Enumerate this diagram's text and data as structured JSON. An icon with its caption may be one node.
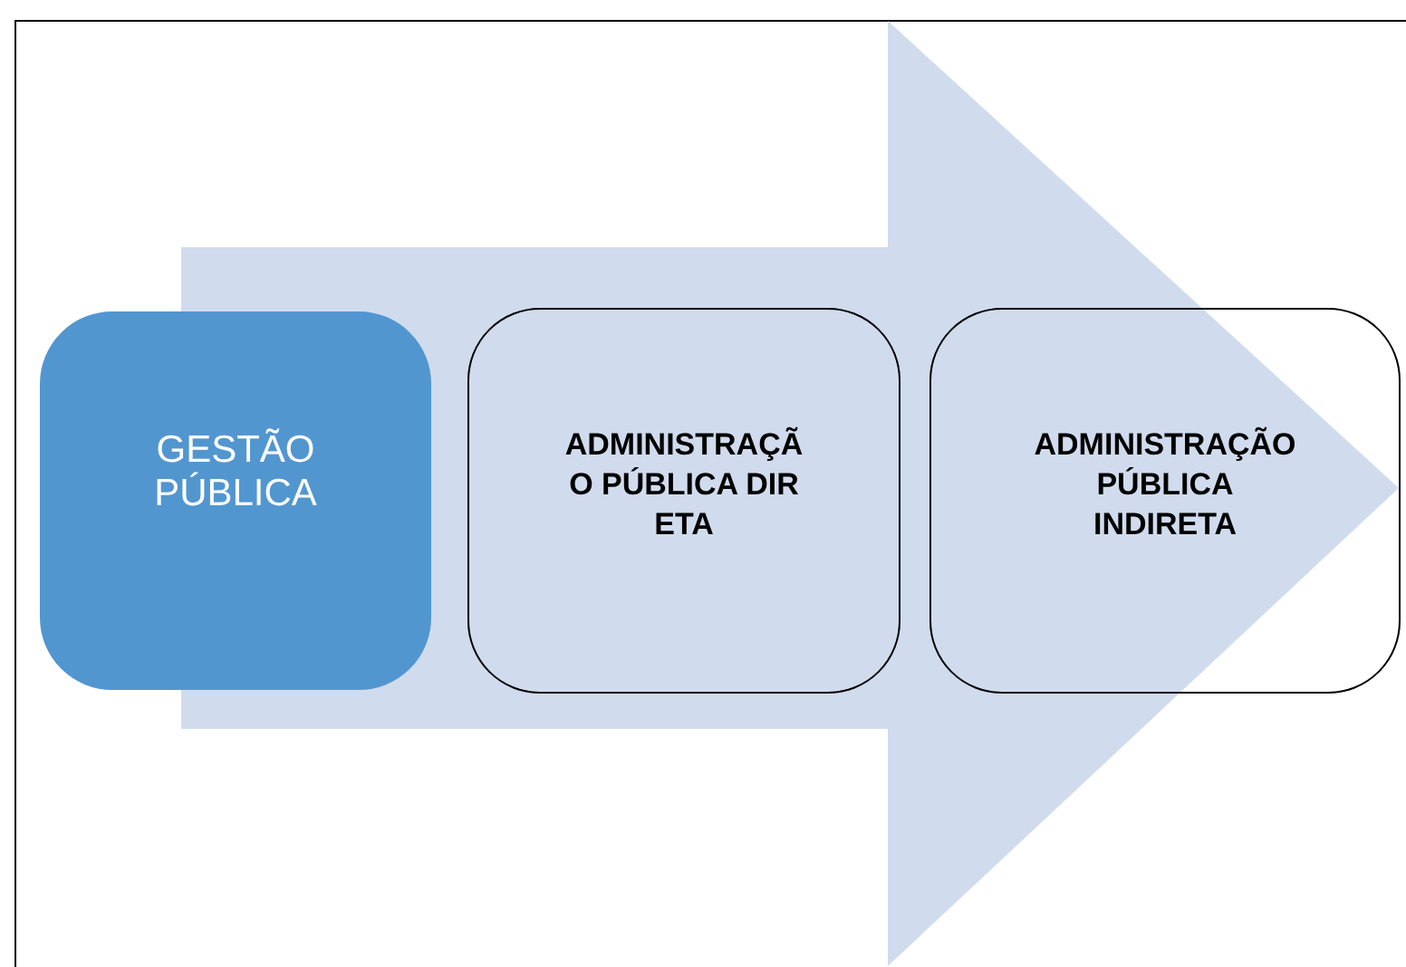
{
  "diagram": {
    "nodes": [
      {
        "text": [
          "GESTÃO PÚBLICA"
        ]
      },
      {
        "text": [
          "ADMINISTRAÇÃO PÚBLICA DIRETA"
        ]
      },
      {
        "text": [
          "ADMINISTRAÇÃO PÚBLICA INDIRETA"
        ]
      }
    ],
    "edges": [
      {
        "from": 0,
        "to": 2,
        "arrow": "to",
        "style": "thick"
      }
    ]
  }
}
